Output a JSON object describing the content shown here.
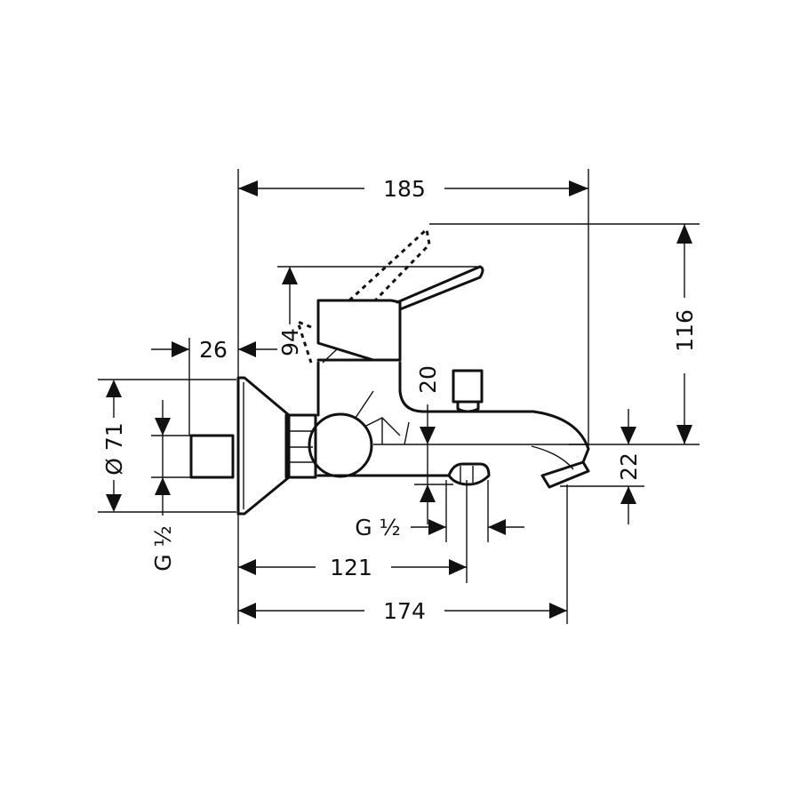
{
  "dimensions": {
    "overall_width": "185",
    "height": "116",
    "lever_height": "94",
    "wall_offset": "26",
    "escutcheon_diameter": "Ø 71",
    "inlet_thread": "G ½",
    "spout_clearance": "20",
    "outlet_height": "22",
    "diverter_thread": "G ½",
    "diverter_distance": "121",
    "spout_projection": "174"
  }
}
